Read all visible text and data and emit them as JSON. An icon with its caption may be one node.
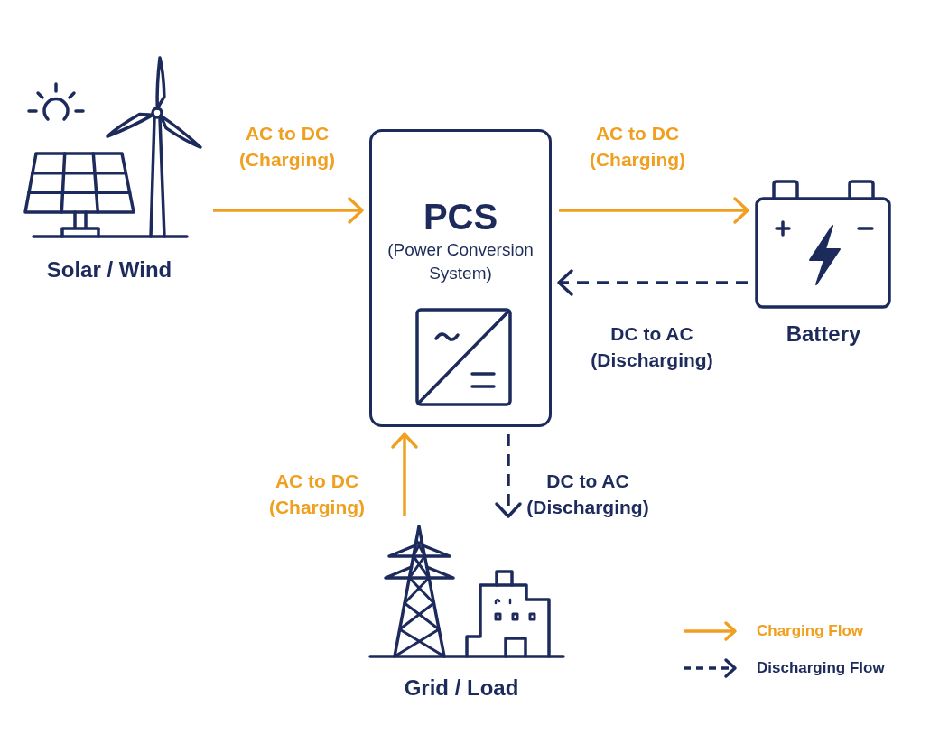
{
  "diagram": {
    "nodes": [
      {
        "text": [
          "Solar / Wind"
        ]
      },
      {
        "text": [
          "PCS",
          "(Power Conversion System)"
        ]
      },
      {
        "text": [
          "Battery"
        ]
      },
      {
        "text": [
          "Grid / Load"
        ]
      }
    ],
    "edges": [
      {
        "from": 0,
        "to": 1,
        "arrow": "to",
        "label": "AC to DC (Charging)"
      },
      {
        "from": 1,
        "to": 2,
        "arrow": "to",
        "label": "AC to DC (Charging)"
      },
      {
        "from": 2,
        "to": 1,
        "arrow": "to",
        "label": "DC to AC (Discharging)",
        "style": "dashed",
        "color": "#1d2b5c"
      },
      {
        "from": 3,
        "to": 1,
        "arrow": "to",
        "label": "AC to DC (Charging)"
      },
      {
        "from": 1,
        "to": 3,
        "arrow": "to",
        "label": "DC to AC (Discharging)",
        "style": "dashed",
        "color": "#1d2b5c"
      }
    ],
    "legend": [
      {
        "text": "Charging Flow"
      },
      {
        "text": "Discharging Flow"
      }
    ]
  }
}
